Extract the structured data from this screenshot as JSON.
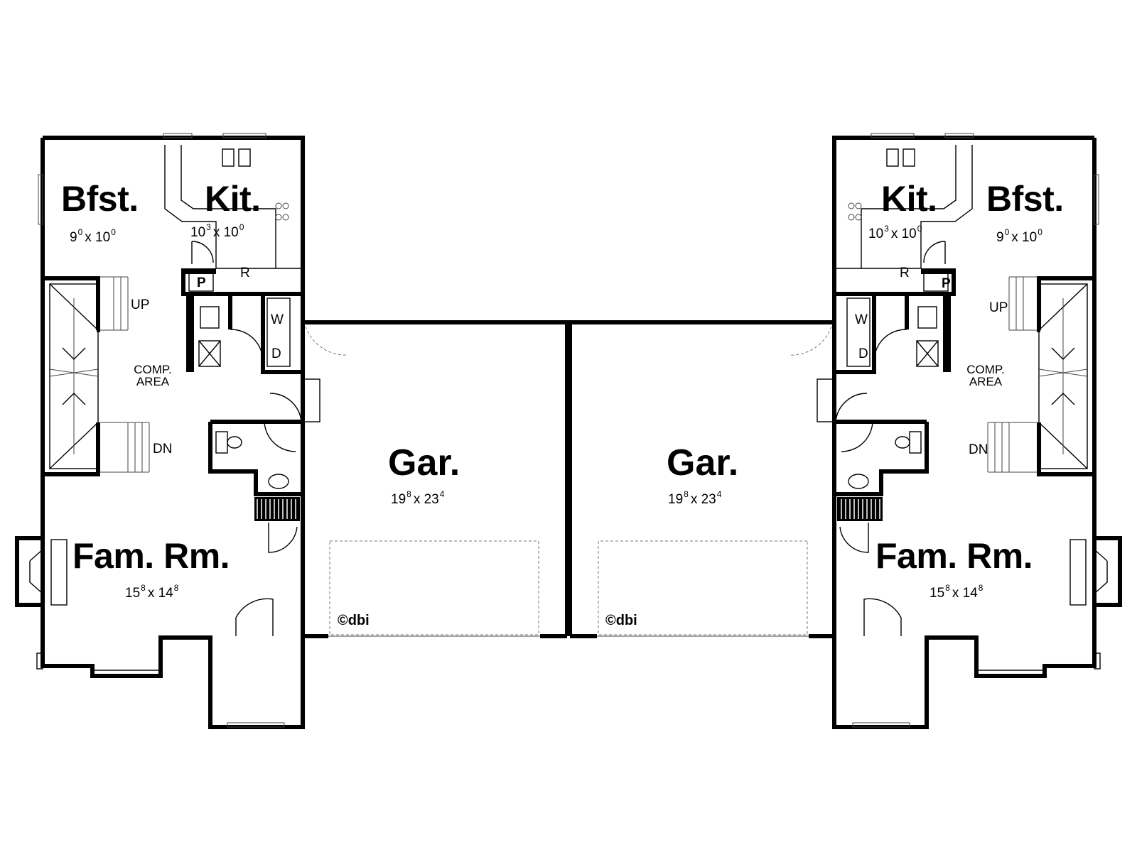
{
  "units": [
    {
      "id": "left",
      "breakfast": {
        "name": "Bfst.",
        "w": "9",
        "wi": "0",
        "l": "10",
        "li": "0"
      },
      "kitchen": {
        "name": "Kit.",
        "w": "10",
        "wi": "3",
        "l": "10",
        "li": "0"
      },
      "family": {
        "name": "Fam. Rm.",
        "w": "15",
        "wi": "8",
        "l": "14",
        "li": "8"
      },
      "garage": {
        "name": "Gar.",
        "w": "19",
        "wi": "8",
        "l": "23",
        "li": "4"
      },
      "labels": {
        "up": "UP",
        "dn": "DN",
        "comp1": "COMP.",
        "comp2": "AREA",
        "w": "W",
        "d": "D",
        "p": "P",
        "r": "R"
      },
      "copyright": "©dbi"
    },
    {
      "id": "right",
      "breakfast": {
        "name": "Bfst.",
        "w": "9",
        "wi": "0",
        "l": "10",
        "li": "0"
      },
      "kitchen": {
        "name": "Kit.",
        "w": "10",
        "wi": "3",
        "l": "10",
        "li": "0"
      },
      "family": {
        "name": "Fam. Rm.",
        "w": "15",
        "wi": "8",
        "l": "14",
        "li": "8"
      },
      "garage": {
        "name": "Gar.",
        "w": "19",
        "wi": "8",
        "l": "23",
        "li": "4"
      },
      "labels": {
        "up": "UP",
        "dn": "DN",
        "comp1": "COMP.",
        "comp2": "AREA",
        "w": "W",
        "d": "D",
        "p": "P",
        "r": "R"
      },
      "copyright": "©dbi"
    }
  ],
  "dimension_separator": "x"
}
